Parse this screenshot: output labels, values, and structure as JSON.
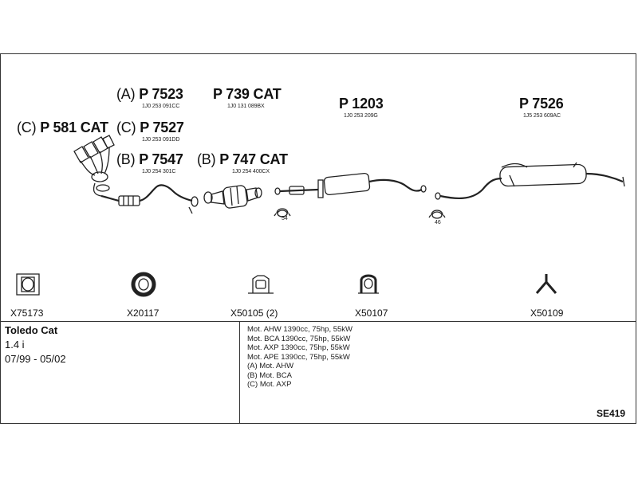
{
  "parts": [
    {
      "id": "p7523",
      "prefix": "(A)",
      "label": "P 7523",
      "code": "1J0 253 091CC"
    },
    {
      "id": "p739",
      "prefix": "",
      "label": "P 739 CAT",
      "code": "1J0 131 089BX"
    },
    {
      "id": "p1203",
      "prefix": "",
      "label": "P 1203",
      "code": "1J0 253 209G"
    },
    {
      "id": "p7526",
      "prefix": "",
      "label": "P 7526",
      "code": "1J5 253 609AC"
    },
    {
      "id": "p581",
      "prefix": "(C)",
      "label": "P 581 CAT",
      "code": ""
    },
    {
      "id": "p7527",
      "prefix": "(C)",
      "label": "P 7527",
      "code": "1J0 253 091DD"
    },
    {
      "id": "p7547",
      "prefix": "(B)",
      "label": "P 7547",
      "code": "1J0 254 301C"
    },
    {
      "id": "p747",
      "prefix": "(B)",
      "label": "P 747 CAT",
      "code": "1J0 254 400CX"
    }
  ],
  "clamps": [
    {
      "id": "c54",
      "label": "54"
    },
    {
      "id": "c46",
      "label": "46"
    }
  ],
  "accessories": [
    {
      "id": "x75173",
      "label": "X75173",
      "icon": "gasket-icon"
    },
    {
      "id": "x20117",
      "label": "X20117",
      "icon": "ring-icon"
    },
    {
      "id": "x50105",
      "label": "X50105 (2)",
      "icon": "rubber-mount-icon"
    },
    {
      "id": "x50107",
      "label": "X50107",
      "icon": "hanger-icon"
    },
    {
      "id": "x50109",
      "label": "X50109",
      "icon": "y-bracket-icon"
    }
  ],
  "vehicle": {
    "model": "Toledo Cat",
    "engine": "1.4 i",
    "years": "07/99 - 05/02"
  },
  "specs": [
    "Mot. AHW 1390cc, 75hp, 55kW",
    "Mot. BCA 1390cc, 75hp, 55kW",
    "Mot. AXP 1390cc, 75hp, 55kW",
    "Mot. APE 1390cc, 75hp, 55kW",
    "(A) Mot. AHW",
    "(B) Mot. BCA",
    "(C) Mot. AXP"
  ],
  "system_code": "SE419"
}
